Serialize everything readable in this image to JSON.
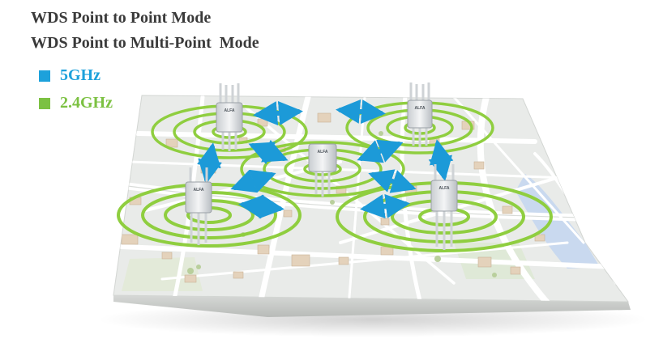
{
  "titles": {
    "line1": "WDS Point to Point Mode",
    "line2": "WDS Point to Multi-Point  Mode"
  },
  "legend": [
    {
      "label": "5GHz",
      "color": "#1da1db"
    },
    {
      "label": "2.4GHz",
      "color": "#7cc142"
    }
  ],
  "device": {
    "brand_label": "ALFA"
  },
  "colors": {
    "ring": "#8fce3f",
    "arrow": "#1c9ad8",
    "map_base": "#e9ebe9",
    "map_edge": "#c9ccc9",
    "road": "#ffffff",
    "water": "#c9d9ef",
    "building": "#e4d2bb"
  }
}
